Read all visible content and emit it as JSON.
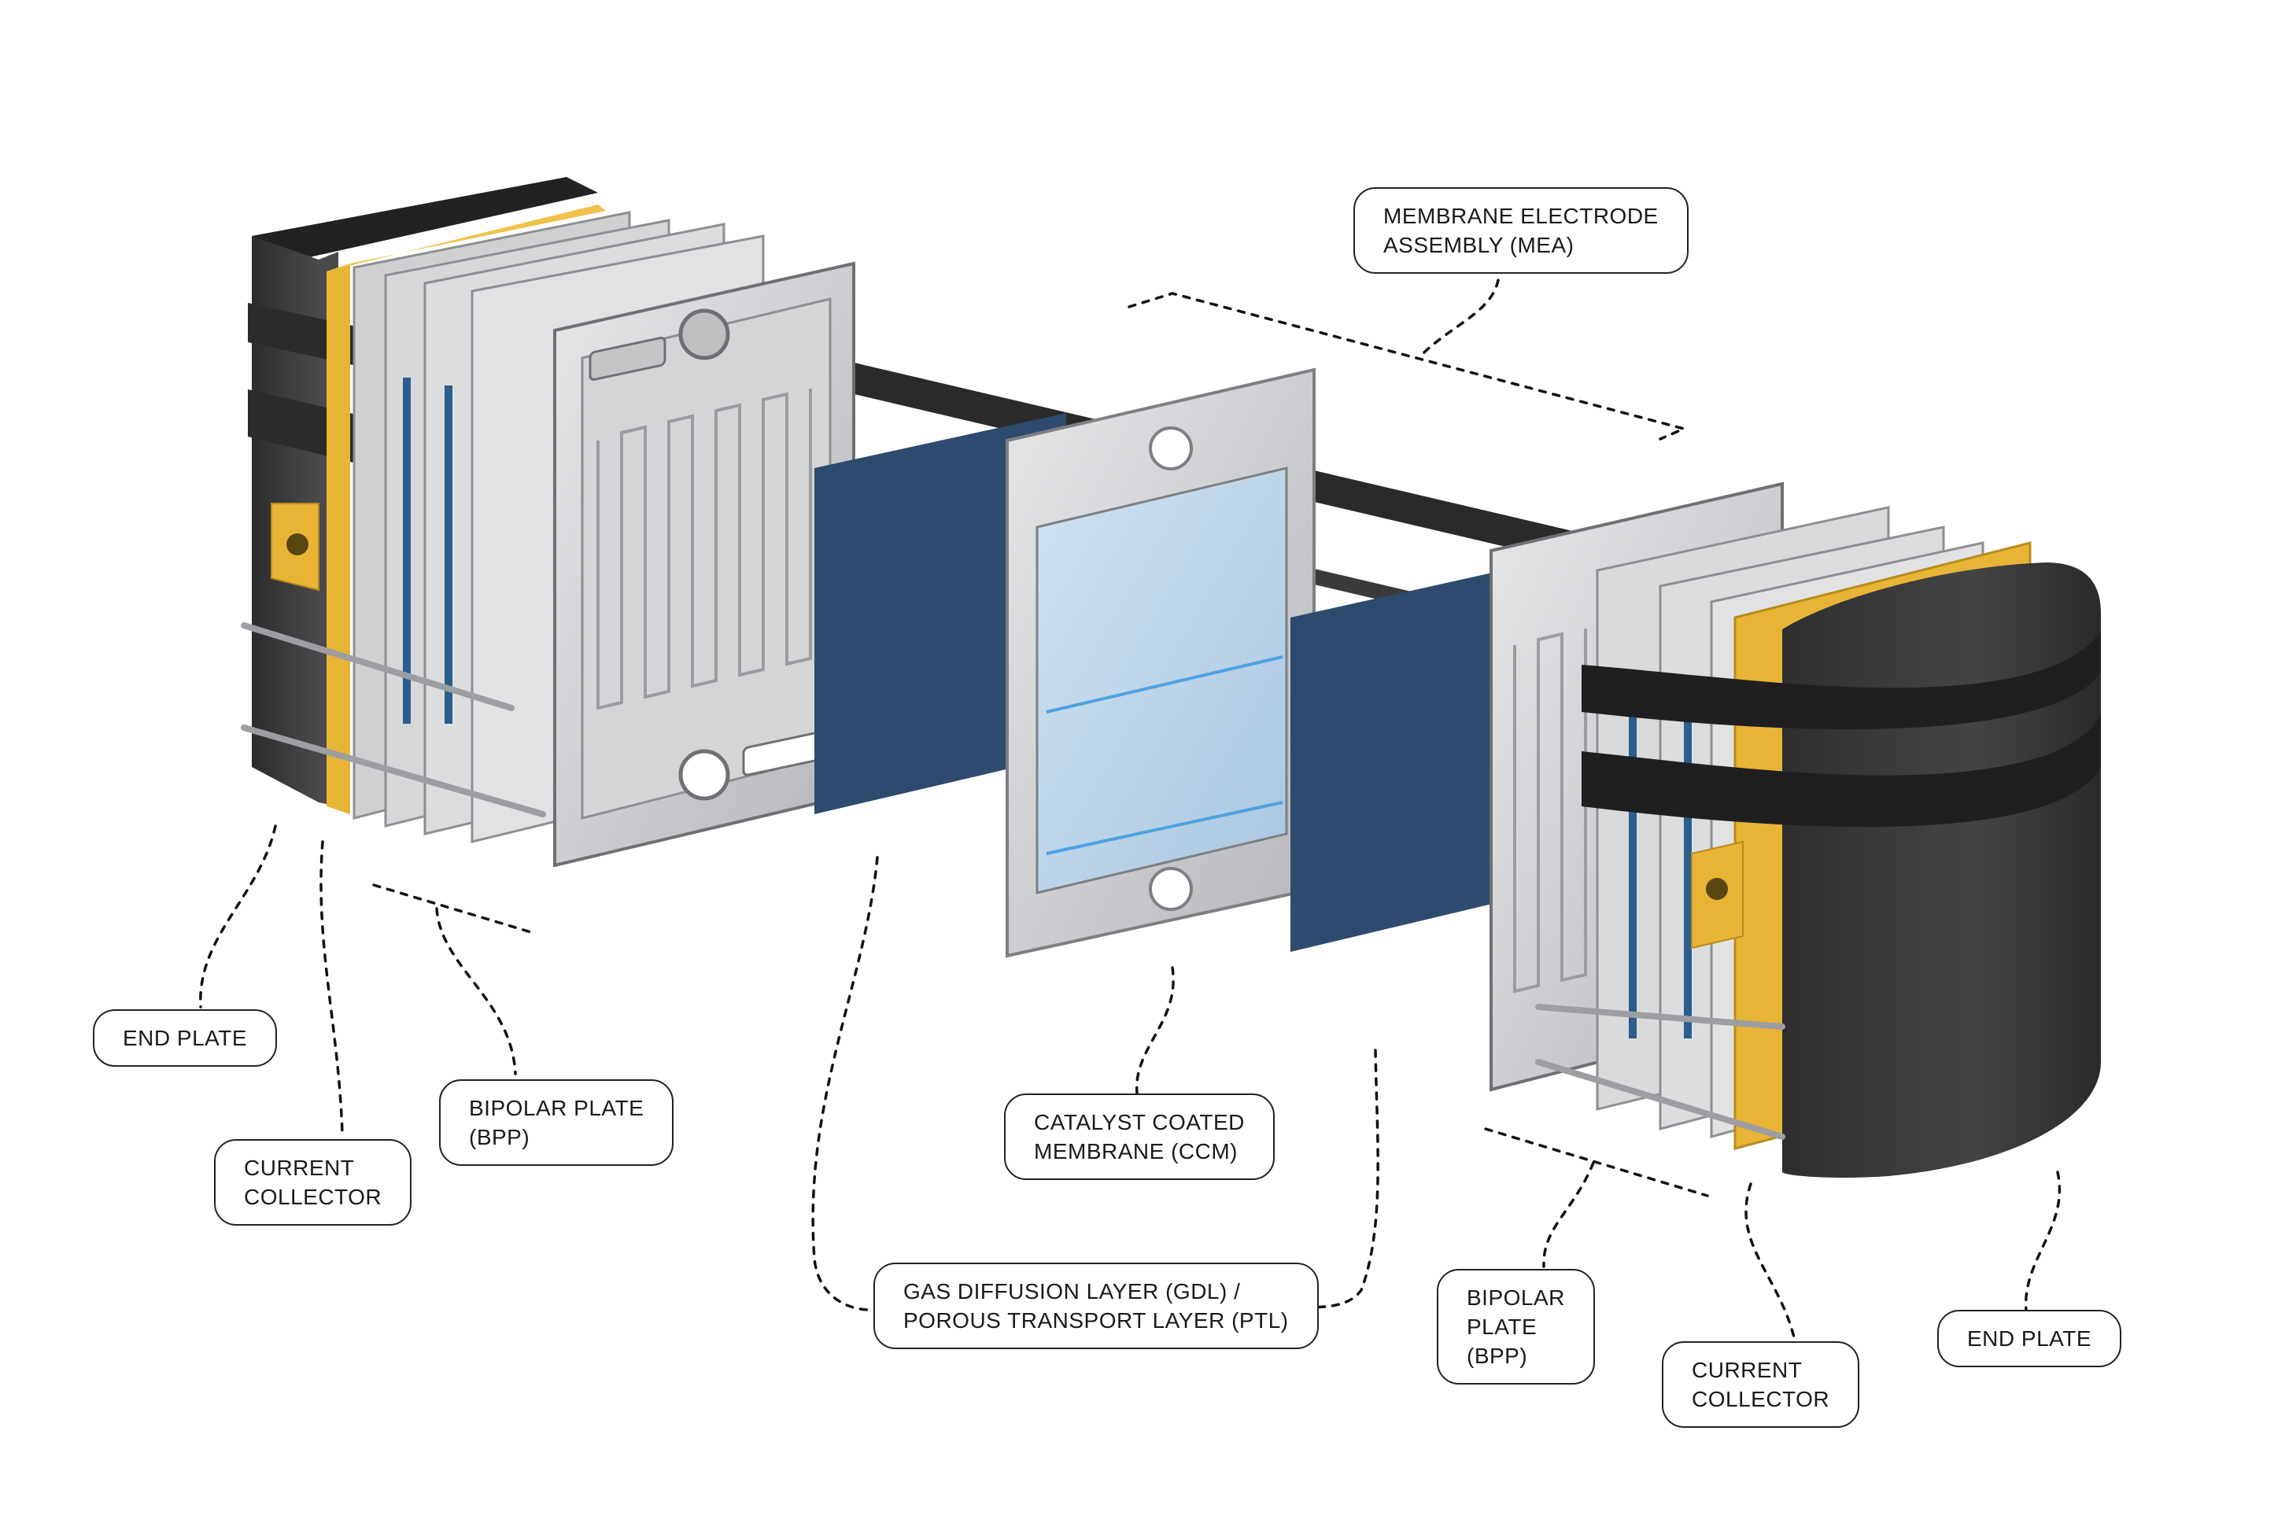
{
  "labels": {
    "mea": [
      "MEMBRANE ELECTRODE",
      "ASSEMBLY (MEA)"
    ],
    "end_plate_left": [
      "END PLATE"
    ],
    "current_collector_left": [
      "CURRENT",
      "COLLECTOR"
    ],
    "bipolar_plate_left": [
      "BIPOLAR PLATE",
      "(BPP)"
    ],
    "ccm": [
      "CATALYST COATED",
      "MEMBRANE (CCM)"
    ],
    "gdl_ptl": [
      "GAS DIFFUSION LAYER (GDL) /",
      "POROUS TRANSPORT LAYER (PTL)"
    ],
    "bipolar_plate_right": [
      "BIPOLAR",
      "PLATE",
      "(BPP)"
    ],
    "current_collector_right": [
      "CURRENT",
      "COLLECTOR"
    ],
    "end_plate_right": [
      "END PLATE"
    ]
  },
  "colors": {
    "end_plate": "#3a3a3c",
    "current_collector": "#e8b435",
    "bipolar_plate": "#c9cacc",
    "gdl": "#2e4a6e",
    "membrane": "#b8d4ea",
    "tie_rod": "#2a2a2a",
    "outline": "#222222"
  }
}
